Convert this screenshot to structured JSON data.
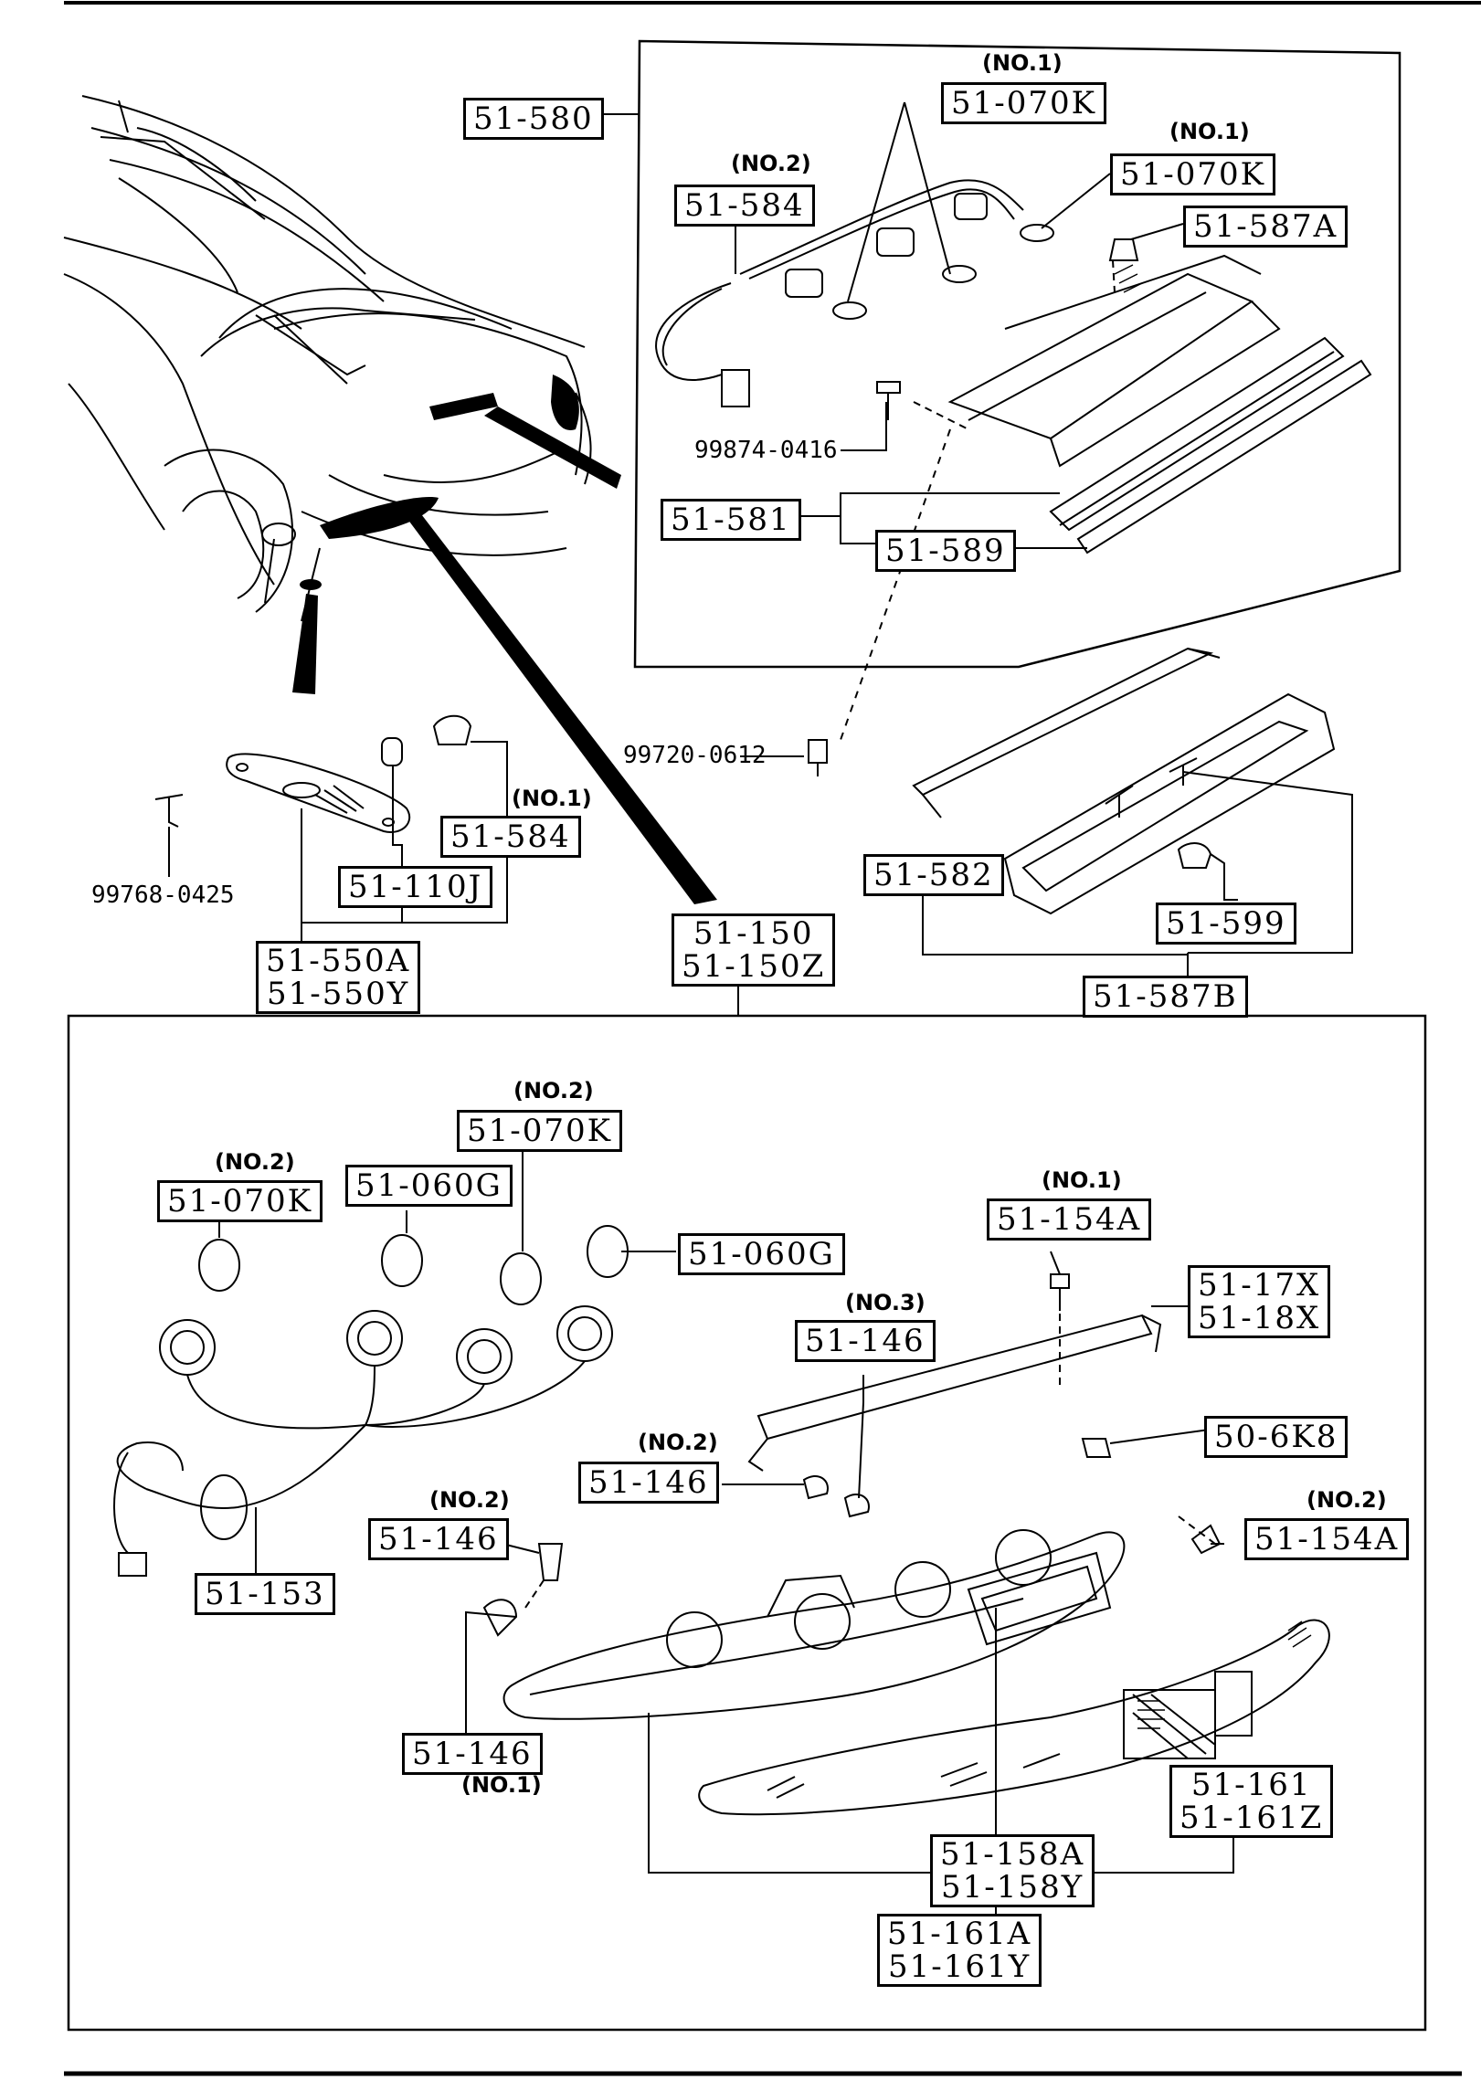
{
  "labels": {
    "p51_580": "51-580",
    "p51_070k_top": "51-070K",
    "p51_070k_mid": "51-070K",
    "p51_584_top": "51-584",
    "p51_587a": "51-587A",
    "p99874": "99874-0416",
    "p51_581": "51-581",
    "p51_589": "51-589",
    "p99720": "99720-0612",
    "p99768": "99768-0425",
    "p51_584_side": "51-584",
    "p51_110j": "51-110J",
    "p51_550a": "51-550A",
    "p51_550y": "51-550Y",
    "p51_150": "51-150",
    "p51_150z": "51-150Z",
    "p51_582": "51-582",
    "p51_599": "51-599",
    "p51_587b": "51-587B",
    "p51_070k_low_left": "51-070K",
    "p51_060g_left": "51-060G",
    "p51_070k_low_mid": "51-070K",
    "p51_060g_right": "51-060G",
    "p51_154a_top": "51-154A",
    "p51_17x": "51-17X",
    "p51_18x": "51-18X",
    "p51_146_no3": "51-146",
    "p51_146_no2a": "51-146",
    "p50_6k8": "50-6K8",
    "p51_146_no2b": "51-146",
    "p51_154a_right": "51-154A",
    "p51_153": "51-153",
    "p51_146_no1": "51-146",
    "p51_158a": "51-158A",
    "p51_158y": "51-158Y",
    "p51_161": "51-161",
    "p51_161z": "51-161Z",
    "p51_161a": "51-161A",
    "p51_161y": "51-161Y"
  },
  "notes": {
    "n_top_070k": "(NO.1)",
    "n_top_584": "(NO.2)",
    "n_mid_070k": "(NO.1)",
    "n_side_584": "(NO.1)",
    "n_low_070k_left": "(NO.2)",
    "n_low_070k_mid": "(NO.2)",
    "n_154a_top": "(NO.1)",
    "n_146_no3": "(NO.3)",
    "n_146_no2a": "(NO.2)",
    "n_146_no2b": "(NO.2)",
    "n_154a_right": "(NO.2)",
    "n_146_no1": "(NO.1)"
  }
}
